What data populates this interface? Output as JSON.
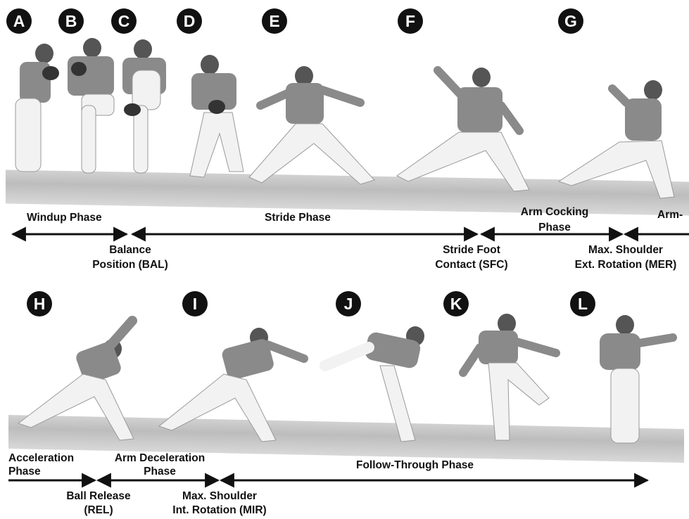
{
  "letters": [
    "A",
    "B",
    "C",
    "D",
    "E",
    "F",
    "G",
    "H",
    "I",
    "J",
    "K",
    "L"
  ],
  "phases_top": {
    "windup": "Windup Phase",
    "stride": "Stride Phase",
    "arm_cocking_1": "Arm Cocking",
    "arm_cocking_2": "Phase",
    "arm_cut": "Arm-"
  },
  "events_top": {
    "bal_1": "Balance",
    "bal_2": "Position (BAL)",
    "sfc_1": "Stride Foot",
    "sfc_2": "Contact (SFC)",
    "mer_1": "Max. Shoulder",
    "mer_2": "Ext. Rotation (MER)"
  },
  "phases_bottom": {
    "accel_1": "Acceleration",
    "accel_2": "Phase",
    "decel_1": "Arm Deceleration",
    "decel_2": "Phase",
    "follow": "Follow-Through Phase"
  },
  "events_bottom": {
    "rel_1": "Ball Release",
    "rel_2": "(REL)",
    "mir_1": "Max. Shoulder",
    "mir_2": "Int. Rotation (MIR)"
  },
  "colors": {
    "ink": "#111111",
    "jersey": "#8a8a8a",
    "pants": "#f2f2f2",
    "ground": "#c4c4c4"
  }
}
